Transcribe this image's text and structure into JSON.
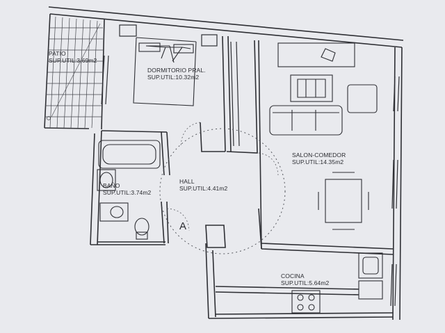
{
  "rooms": {
    "patio": {
      "name": "PATIO",
      "area": "SUP.UTIL:3,69m2"
    },
    "dormitorio": {
      "name": "DORMITORIO PRAL.",
      "area": "SUP.UTIL:10.32m2"
    },
    "salon": {
      "name": "SALON-COMEDOR",
      "area": "SUP.UTIL:14.35m2"
    },
    "bano": {
      "name": "BAÑO",
      "area": "SUP.UTIL:3.74m2"
    },
    "hall": {
      "name": "HALL",
      "area": "SUP.UTIL:4.41m2"
    },
    "cocina": {
      "name": "COCINA",
      "area": "SUP.UTIL:5.64m2"
    }
  },
  "section_mark": "A",
  "colors": {
    "paper": "#e9eaee",
    "ink": "#2a2b30"
  }
}
